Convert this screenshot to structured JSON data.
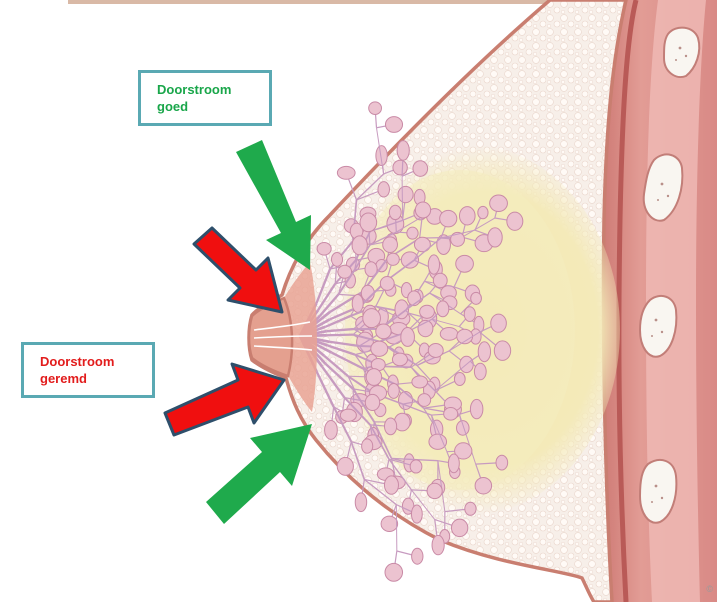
{
  "labels": {
    "good": {
      "line1": "Doorstroom",
      "line2": "goed",
      "color": "#19a64a"
    },
    "restricted": {
      "line1": "Doorstroom",
      "line2": "geremd",
      "color": "#e21c1c"
    }
  },
  "watermark": "©",
  "colors": {
    "arrow_good": "#1faa4c",
    "arrow_restricted": "#f00f0f",
    "arrow_outline": "#2e4f6b",
    "label_border": "#5aa9b3",
    "skin": "#c98272",
    "muscle": "#cf7f7a",
    "fat": "#f6ece6",
    "gland": "#f2ecb8",
    "lobule": "#e9b8c8"
  },
  "icons": [
    "arrow-good-upper",
    "arrow-good-lower",
    "arrow-restricted-upper",
    "arrow-restricted-lower"
  ]
}
